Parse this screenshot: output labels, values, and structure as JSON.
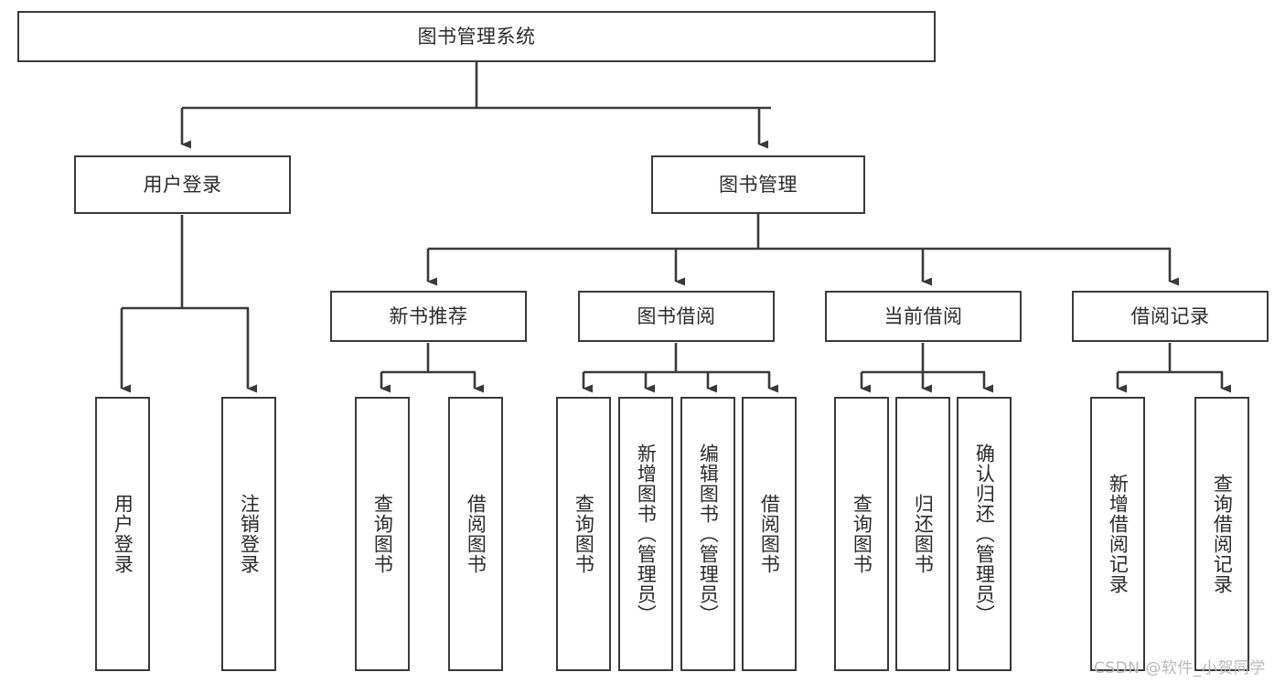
{
  "diagram": {
    "type": "tree-hierarchy-chart",
    "title": "图书管理系统",
    "background_color": "#ffffff",
    "line_color": "#3a3a3a",
    "text_color": "#2b2b2b",
    "watermark": "CSDN @软件_小贺同学",
    "nodes": {
      "root": {
        "label": "图书管理系统",
        "orientation": "horizontal"
      },
      "level1": [
        {
          "id": "user-login",
          "label": "用户登录",
          "orientation": "horizontal"
        },
        {
          "id": "book-management",
          "label": "图书管理",
          "orientation": "horizontal"
        }
      ],
      "level2": [
        {
          "id": "new-book-recommend",
          "label": "新书推荐",
          "orientation": "horizontal"
        },
        {
          "id": "book-borrow",
          "label": "图书借阅",
          "orientation": "horizontal"
        },
        {
          "id": "current-borrow",
          "label": "当前借阅",
          "orientation": "horizontal"
        },
        {
          "id": "borrow-record",
          "label": "借阅记录",
          "orientation": "horizontal"
        }
      ],
      "leaves": {
        "user_login": [
          {
            "id": "leaf-user-login",
            "label": "用户登录",
            "orientation": "vertical"
          },
          {
            "id": "leaf-logout-login",
            "label": "注销登录",
            "orientation": "vertical"
          }
        ],
        "new_book_recommend": [
          {
            "id": "leaf-query-book-1",
            "label": "查询图书",
            "orientation": "vertical"
          },
          {
            "id": "leaf-borrow-book-1",
            "label": "借阅图书",
            "orientation": "vertical"
          }
        ],
        "book_borrow": [
          {
            "id": "leaf-query-book-2",
            "label": "查询图书",
            "orientation": "vertical"
          },
          {
            "id": "leaf-add-book-admin",
            "label": "新增图书（管理员）",
            "orientation": "vertical"
          },
          {
            "id": "leaf-edit-book-admin",
            "label": "编辑图书（管理员）",
            "orientation": "vertical"
          },
          {
            "id": "leaf-borrow-book-2",
            "label": "借阅图书",
            "orientation": "vertical"
          }
        ],
        "current_borrow": [
          {
            "id": "leaf-query-book-3",
            "label": "查询图书",
            "orientation": "vertical"
          },
          {
            "id": "leaf-return-book",
            "label": "归还图书",
            "orientation": "vertical"
          },
          {
            "id": "leaf-confirm-return-admin",
            "label": "确认归还（管理员）",
            "orientation": "vertical"
          }
        ],
        "borrow_record": [
          {
            "id": "leaf-add-borrow-record",
            "label": "新增借阅记录",
            "orientation": "vertical"
          },
          {
            "id": "leaf-query-borrow-record",
            "label": "查询借阅记录",
            "orientation": "vertical"
          }
        ]
      }
    }
  }
}
